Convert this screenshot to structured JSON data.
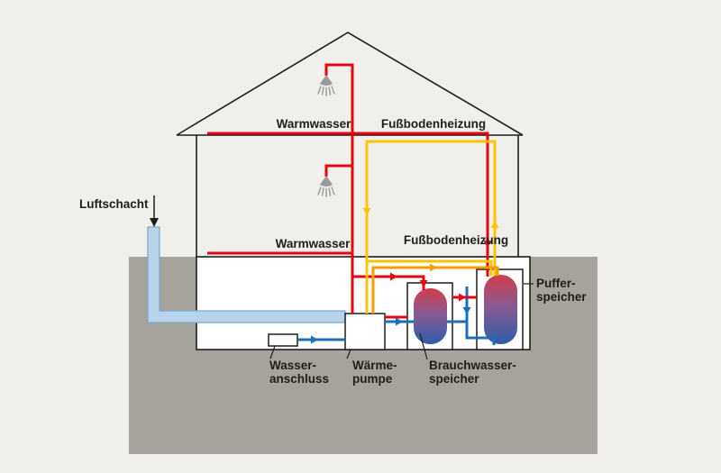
{
  "diagram": {
    "labels": {
      "luftschacht": "Luftschacht",
      "warmwasser_upper": "Warmwasser",
      "fussbodenheizung_upper": "Fußbodenheizung",
      "warmwasser_lower": "Warmwasser",
      "fussbodenheizung_lower": "Fußbodenheizung",
      "wasseranschluss_line1": "Wasser-",
      "wasseranschluss_line2": "anschluss",
      "waermepumpe_line1": "Wärme-",
      "waermepumpe_line2": "pumpe",
      "brauchwasserspeicher_line1": "Brauchwasser-",
      "brauchwasserspeicher_line2": "speicher",
      "pufferspeicher_line1": "Puffer-",
      "pufferspeicher_line2": "speicher"
    },
    "colors": {
      "background": "#f1efec",
      "ground": "#a6a29c",
      "basement": "#ffffff",
      "outline": "#1d1d1b",
      "hot_water": "#e30613",
      "cold_water": "#1d70b7",
      "floor_heating_yellow": "#fdc300",
      "floor_heating_orange": "#f59c00",
      "air_duct": "#b8d4ea",
      "air_duct_outline": "#7ea9cb",
      "shower": "#9a9a9a",
      "tank_top": "#d23c49",
      "tank_mid": "#8a5a93",
      "tank_bottom": "#2e5ca6"
    }
  }
}
